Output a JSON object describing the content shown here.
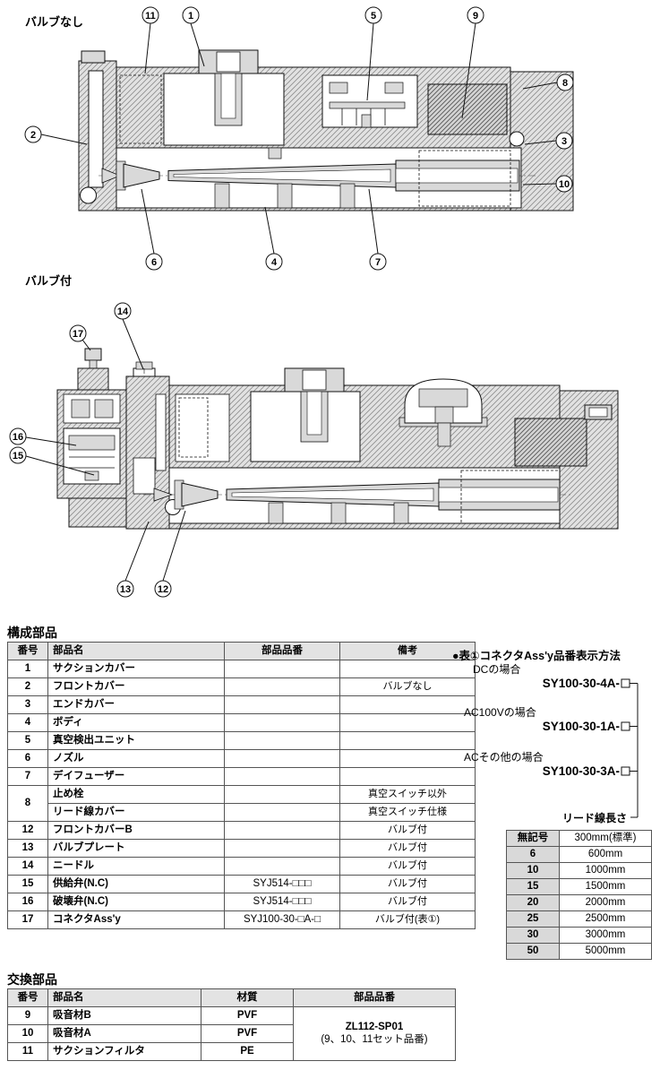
{
  "headings": {
    "no_valve": "バルブなし",
    "with_valve": "バルブ付"
  },
  "diagrams": {
    "no_valve": {
      "callouts": [
        "11",
        "1",
        "5",
        "9",
        "8",
        "2",
        "3",
        "10",
        "6",
        "4",
        "7"
      ]
    },
    "with_valve": {
      "callouts": [
        "14",
        "17",
        "16",
        "15",
        "13",
        "12"
      ]
    }
  },
  "parts_section": {
    "heading": "構成部品",
    "headers": [
      "番号",
      "部品名",
      "部品品番",
      "備考"
    ],
    "rows": [
      {
        "no": "1",
        "name": "サクションカバー",
        "part": "",
        "note": ""
      },
      {
        "no": "2",
        "name": "フロントカバー",
        "part": "",
        "note": "バルブなし"
      },
      {
        "no": "3",
        "name": "エンドカバー",
        "part": "",
        "note": ""
      },
      {
        "no": "4",
        "name": "ボディ",
        "part": "",
        "note": ""
      },
      {
        "no": "5",
        "name": "真空検出ユニット",
        "part": "",
        "note": ""
      },
      {
        "no": "6",
        "name": "ノズル",
        "part": "",
        "note": ""
      },
      {
        "no": "7",
        "name": "デイフューザー",
        "part": "",
        "note": ""
      },
      {
        "no": "8",
        "name": "止め栓",
        "part": "",
        "note": "真空スイッチ以外"
      },
      {
        "no": "",
        "name": "リード線カバー",
        "part": "",
        "note": "真空スイッチ仕様"
      },
      {
        "no": "12",
        "name": "フロントカバーB",
        "part": "",
        "note": "バルブ付"
      },
      {
        "no": "13",
        "name": "バルブプレート",
        "part": "",
        "note": "バルブ付"
      },
      {
        "no": "14",
        "name": "ニードル",
        "part": "",
        "note": "バルブ付"
      },
      {
        "no": "15",
        "name": "供給弁(N.C)",
        "part": "SYJ514-□□□",
        "note": "バルブ付"
      },
      {
        "no": "16",
        "name": "破壊弁(N.C)",
        "part": "SYJ514-□□□",
        "note": "バルブ付"
      },
      {
        "no": "17",
        "name": "コネクタAss'y",
        "part": "SYJ100-30-□A-□",
        "note": "バルブ付(表①)"
      }
    ]
  },
  "replacement_section": {
    "heading": "交換部品",
    "headers": [
      "番号",
      "部品名",
      "材質",
      "部品品番"
    ],
    "rows": [
      {
        "no": "9",
        "name": "吸音材B",
        "material": "PVF"
      },
      {
        "no": "10",
        "name": "吸音材A",
        "material": "PVF"
      },
      {
        "no": "11",
        "name": "サクションフィルタ",
        "material": "PE"
      }
    ],
    "merged_part": {
      "code": "ZL112-SP01",
      "note": "(9、10、11セット品番)"
    }
  },
  "connector_panel": {
    "title": "●表①コネクタAss'y品番表示方法",
    "items": [
      {
        "case_label": "DCの場合",
        "code": "SY100-30-4A-"
      },
      {
        "case_label": "AC100Vの場合",
        "code": "SY100-30-1A-"
      },
      {
        "case_label": "ACその他の場合",
        "code": "SY100-30-3A-"
      }
    ],
    "lead_label": "リード線長さ",
    "lead_rows": [
      {
        "symbol": "無記号",
        "length": "300mm(標準)"
      },
      {
        "symbol": "6",
        "length": "600mm"
      },
      {
        "symbol": "10",
        "length": "1000mm"
      },
      {
        "symbol": "15",
        "length": "1500mm"
      },
      {
        "symbol": "20",
        "length": "2000mm"
      },
      {
        "symbol": "25",
        "length": "2500mm"
      },
      {
        "symbol": "30",
        "length": "3000mm"
      },
      {
        "symbol": "50",
        "length": "5000mm"
      }
    ]
  }
}
